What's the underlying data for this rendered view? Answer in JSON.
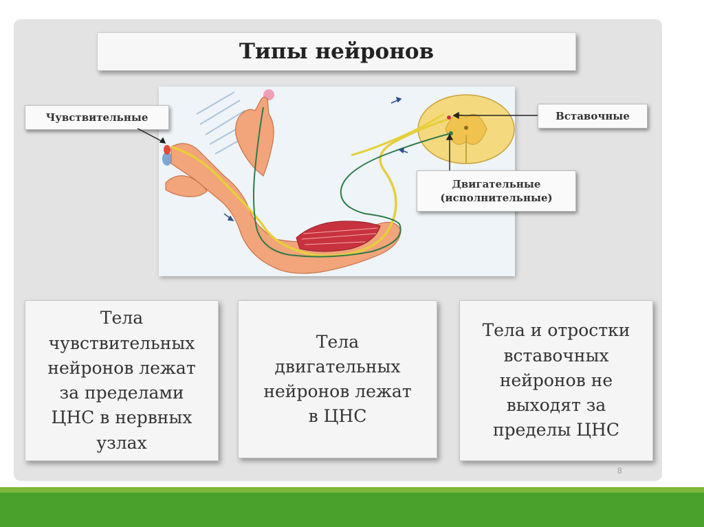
{
  "title": "Типы нейронов",
  "figure": {
    "labels": {
      "sensory": "Чувствительные",
      "interneurons": "Вставочные",
      "motor_line1": "Двигательные",
      "motor_line2": "(исполнительные)"
    }
  },
  "cards": [
    {
      "lines": [
        "Тела",
        "чувствительных",
        "нейронов лежат",
        "за пределами",
        "ЦНС в нервных",
        "узлах"
      ]
    },
    {
      "lines": [
        "Тела",
        "двигательных",
        "нейронов лежат",
        "в ЦНС"
      ]
    },
    {
      "lines": [
        "Тела и отростки",
        "вставочных",
        "нейронов не",
        "выходят за",
        "пределы ЦНС"
      ]
    }
  ],
  "page_number": "8",
  "colors": {
    "panel": "#e3e3e3",
    "green_bar": "#4aa12c",
    "green_bar_light": "#7fb73c",
    "skin": "#f2a47a",
    "muscle": "#c8323e",
    "nerve_sensory": "#e6cf3c",
    "nerve_motor": "#2f7a4a",
    "spinal_cord": "#f4d97e"
  }
}
